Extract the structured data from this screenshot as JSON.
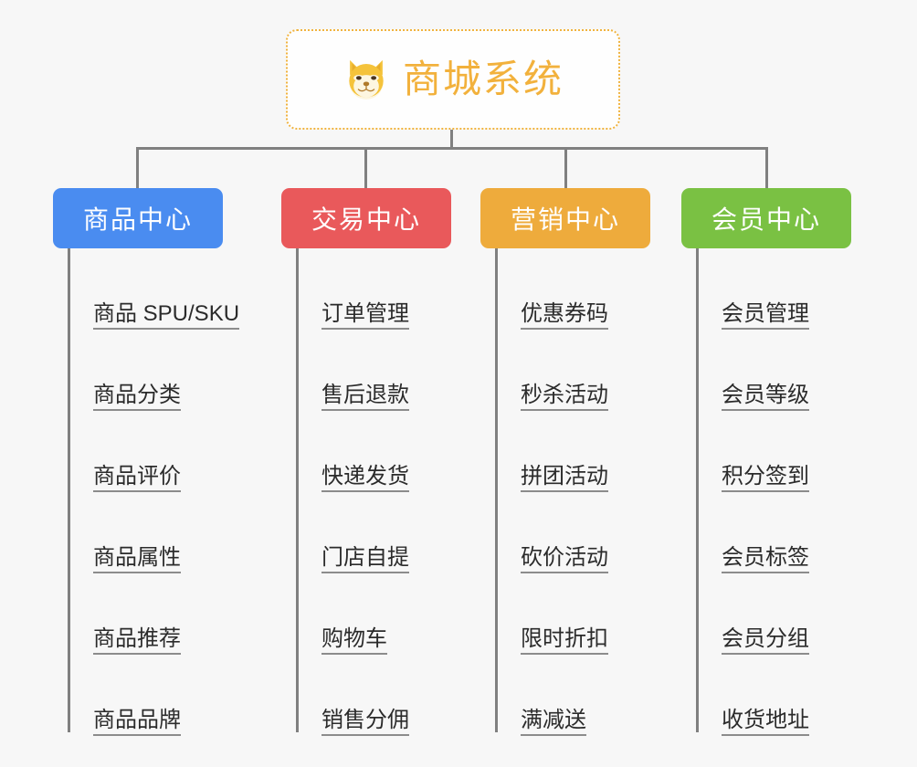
{
  "page": {
    "background_color": "#f7f7f7",
    "line_color": "#808080",
    "leaf_text_color": "#2b2b2b",
    "leaf_underline_color": "#8c8c8c"
  },
  "root": {
    "title": "商城系统",
    "icon": "shiba-dog-face-icon",
    "text_color": "#f2b13c",
    "border_color": "#f0b33f",
    "background_color": "#fefefe"
  },
  "categories": [
    {
      "name": "商品中心",
      "color": "#4a8cf0",
      "items": [
        "商品 SPU/SKU",
        "商品分类",
        "商品评价",
        "商品属性",
        "商品推荐",
        "商品品牌"
      ]
    },
    {
      "name": "交易中心",
      "color": "#e9595b",
      "items": [
        "订单管理",
        "售后退款",
        "快递发货",
        "门店自提",
        "购物车",
        "销售分佣"
      ]
    },
    {
      "name": "营销中心",
      "color": "#eeab3c",
      "items": [
        "优惠券码",
        "秒杀活动",
        "拼团活动",
        "砍价活动",
        "限时折扣",
        "满减送"
      ]
    },
    {
      "name": "会员中心",
      "color": "#7ac143",
      "items": [
        "会员管理",
        "会员等级",
        "积分签到",
        "会员标签",
        "会员分组",
        "收货地址"
      ]
    }
  ]
}
